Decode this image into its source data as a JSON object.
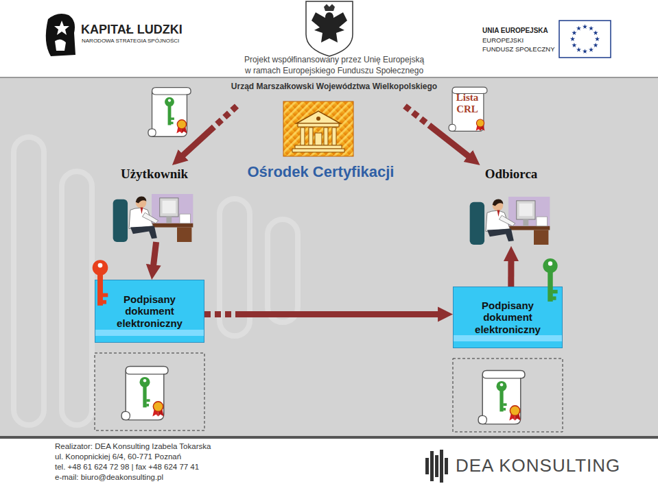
{
  "diagram": {
    "nodes": [
      {
        "text": [
          "Lista CRL"
        ]
      },
      {
        "text": [
          "Ośrodek Certyfikacji"
        ]
      },
      {
        "text": [
          "Użytkownik"
        ]
      },
      {
        "text": [
          "Odbiorca"
        ]
      },
      {
        "text": [
          "Podpisany dokument elektroniczny"
        ]
      },
      {
        "text": [
          "Podpisany dokument elektroniczny"
        ]
      }
    ],
    "edges": [
      {
        "from": 1,
        "to": 2,
        "arrow": "to"
      },
      {
        "from": 1,
        "to": 3,
        "arrow": "to"
      },
      {
        "from": 2,
        "to": 4,
        "arrow": "to"
      },
      {
        "from": 4,
        "to": 5,
        "arrow": "to"
      },
      {
        "from": 5,
        "to": 3,
        "arrow": "to"
      }
    ],
    "labels": [
      "KAPITAŁ LUDZKI",
      "NARODOWA STRATEGIA SPÓJNOŚCI",
      "UNIA EUROPEJSKA",
      "EUROPEJSKI",
      "FUNDUSZ SPOŁECZNY",
      "Projekt współfinansowany przez Unię Europejską",
      "w ramach Europejskiego Funduszu Społecznego",
      "Urząd Marszałkowski Województwa Wielkopolskiego",
      "Realizator: DEA Konsulting Izabela Tokarska",
      "ul. Konopnickiej 6/4, 60-771 Poznań",
      "tel. +48 61 624 72 98 | fax +48 624 77 41",
      "e-mail: biuro@deakonsulting.pl",
      "DEA KONSULTING"
    ]
  }
}
